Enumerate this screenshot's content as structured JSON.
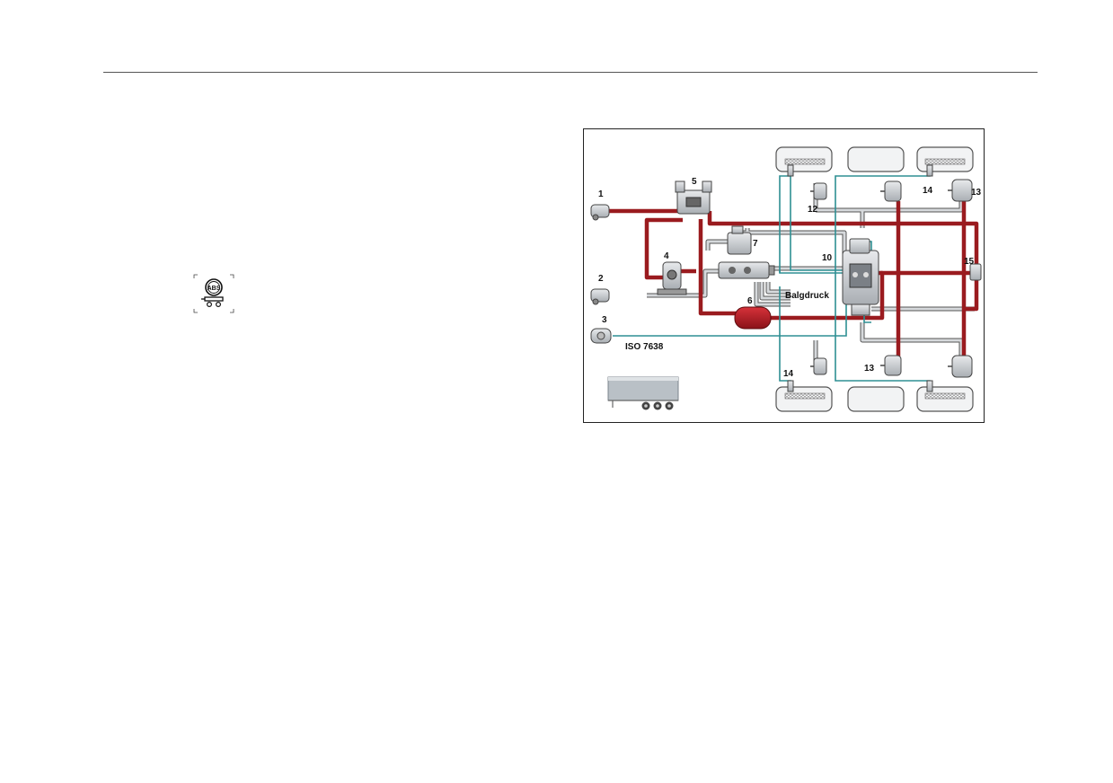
{
  "abs_icon": {
    "text": "ABS"
  },
  "diagram": {
    "colors": {
      "supply": "#9a1b1f",
      "control_electric": "#2e8f93",
      "pipe_grey": "#cfd3d6",
      "outline": "#555555"
    },
    "labels": {
      "l1": "1",
      "l2": "2",
      "l3": "3",
      "l4": "4",
      "l5": "5",
      "l6": "6",
      "l7": "7",
      "l10": "10",
      "l12": "12",
      "l13a": "13",
      "l13b": "13",
      "l14a": "14",
      "l14b": "14",
      "l15": "15",
      "balgdruck": "Balgdruck",
      "iso": "ISO 7638"
    }
  }
}
